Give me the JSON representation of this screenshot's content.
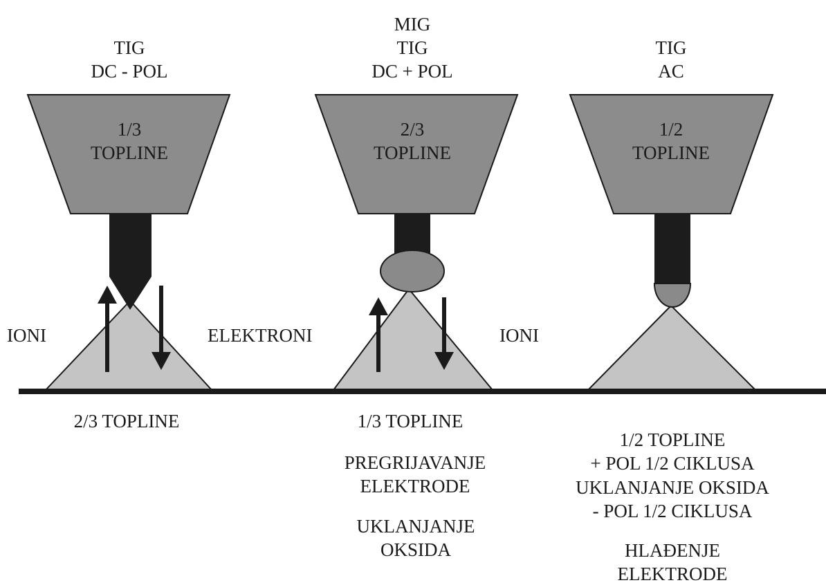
{
  "colors": {
    "holder_fill": "#8c8c8c",
    "electrode_fill": "#1c1c1c",
    "tip_fill": "#8a8a8a",
    "arc_fill": "#c4c4c4",
    "stroke": "#1a1a1a",
    "baseline": "#1a1a1a"
  },
  "panels": [
    {
      "title_lines": [
        "TIG",
        "DC - POL"
      ],
      "holder_heat_lines": [
        "1/3",
        "TOPLINE"
      ],
      "electrode_tip": "pointed",
      "arrows": [
        "up",
        "down"
      ],
      "bottom_label_groups": [
        [
          "2/3 TOPLINE"
        ]
      ]
    },
    {
      "title_lines": [
        "MIG",
        "TIG",
        "DC + POL"
      ],
      "holder_heat_lines": [
        "2/3",
        "TOPLINE"
      ],
      "electrode_tip": "ball",
      "arrows": [
        "up",
        "down"
      ],
      "bottom_label_groups": [
        [
          "1/3 TOPLINE"
        ],
        [
          "PREGRIJAVANJE",
          "ELEKTRODE"
        ],
        [
          "UKLANJANJE",
          "OKSIDA"
        ]
      ]
    },
    {
      "title_lines": [
        "TIG",
        "AC"
      ],
      "holder_heat_lines": [
        "1/2",
        "TOPLINE"
      ],
      "electrode_tip": "rounded",
      "arrows": [],
      "bottom_label_groups": [
        [
          "1/2 TOPLINE",
          "+ POL 1/2 CIKLUSA"
        ],
        [
          "UKLANJANJE OKSIDA",
          "- POL 1/2 CIKLUSA"
        ],
        [
          "HLAĐENJE",
          "ELEKTRODE"
        ]
      ]
    }
  ],
  "side_labels": {
    "left": "IONI",
    "middle": "ELEKTRONI",
    "right": "IONI"
  }
}
